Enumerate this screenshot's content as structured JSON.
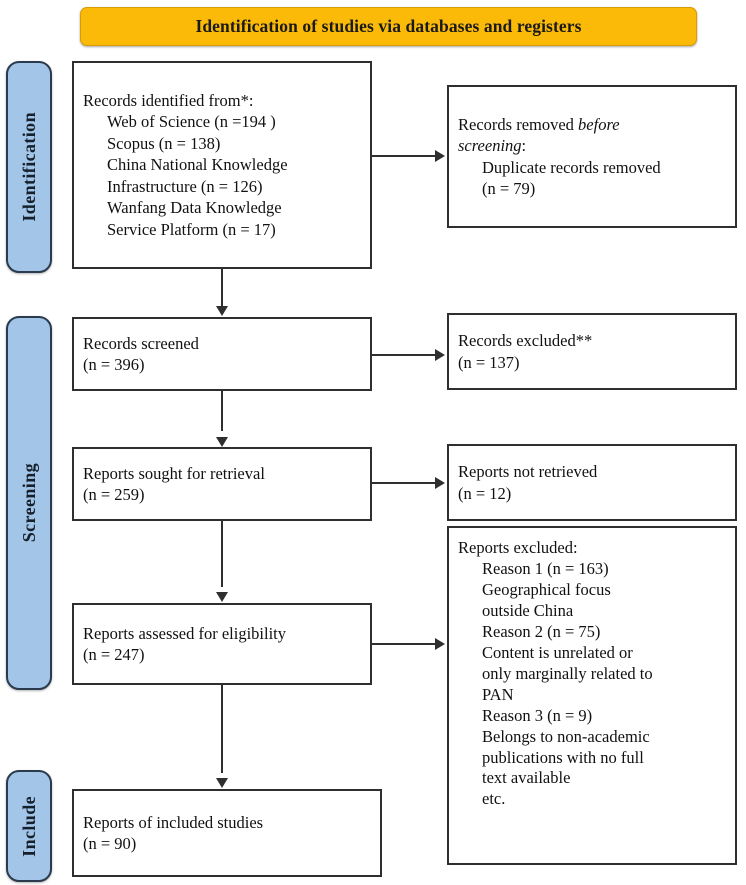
{
  "banner": {
    "title": "Identification of studies via databases and registers"
  },
  "stages": [
    {
      "id": "identification",
      "label": "Identification"
    },
    {
      "id": "screening",
      "label": "Screening"
    },
    {
      "id": "include",
      "label": "Include"
    }
  ],
  "boxes": {
    "identified": {
      "heading": "Records identified from*:",
      "items": [
        "Web of Science (n =194 )",
        "Scopus (n = 138)"
      ],
      "source3_l1": "China National Knowledge",
      "source3_l2": "Infrastructure (n = 126)",
      "source4_l1": "Wanfang Data Knowledge",
      "source4_l2": "Service Platform (n = 17)"
    },
    "removed": {
      "line1_plain": "Records removed ",
      "line1_italic": "before",
      "line2_italic": "screening",
      "line2_plain": ":",
      "item": "Duplicate records removed",
      "count": "(n = 79)"
    },
    "screened": {
      "label": "Records screened",
      "count": "(n = 396)"
    },
    "excluded": {
      "label": "Records excluded**",
      "count": "(n = 137)"
    },
    "sought": {
      "label": "Reports sought for retrieval",
      "count": "(n = 259)"
    },
    "not_retrieved": {
      "label": "Reports not retrieved",
      "count": "(n = 12)"
    },
    "assessed": {
      "label": "Reports assessed for eligibility",
      "count": "(n = 247)"
    },
    "reports_excluded": {
      "heading": "Reports excluded:",
      "reason1": "Reason 1 (n = 163)",
      "reason1_desc_l1": "Geographical focus",
      "reason1_desc_l2": "outside China",
      "reason2": "Reason 2 (n = 75)",
      "reason2_desc_l1": "Content is unrelated or",
      "reason2_desc_l2": "only marginally related to",
      "reason2_desc_l3": "PAN",
      "reason3": "Reason 3 (n = 9)",
      "reason3_desc_l1": "Belongs to non-academic",
      "reason3_desc_l2": "publications with no full",
      "reason3_desc_l3": "text available",
      "etc": "etc."
    },
    "included": {
      "label": "Reports of included studies",
      "count": "(n = 90)"
    }
  },
  "colors": {
    "banner_fill": "#FBBA08",
    "stage_pill_fill": "#A3C5E8",
    "stage_pill_border": "#2B3B4E",
    "box_border": "#2F2F2F",
    "connector": "#2F2F2F",
    "text": "#111111"
  }
}
